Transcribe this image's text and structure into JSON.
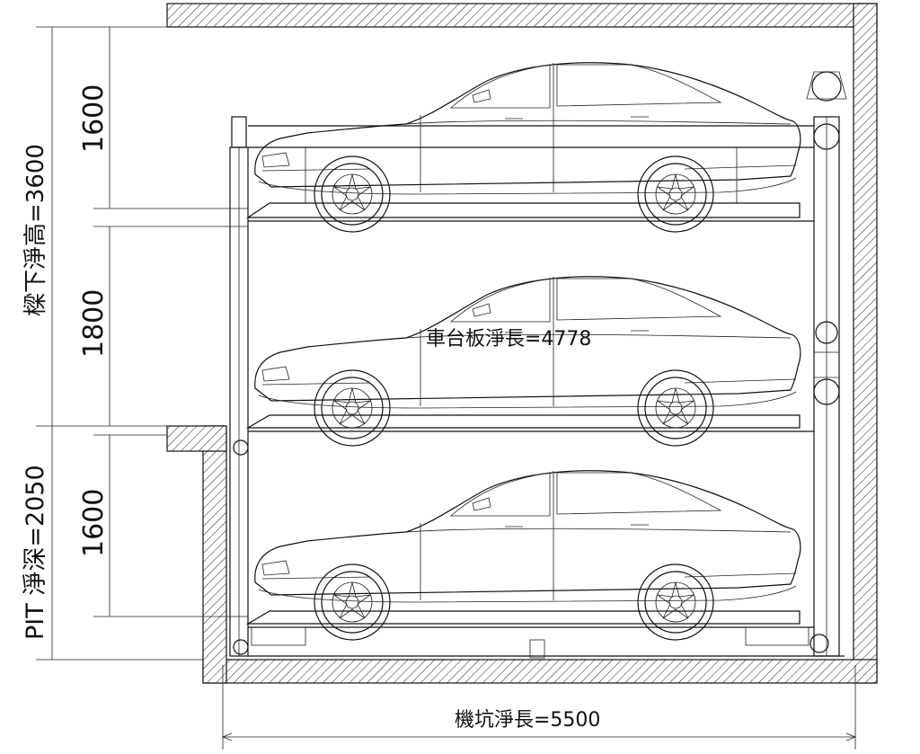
{
  "labels": {
    "beam_clear_height": "樑下淨高=3600",
    "level_top": "1600",
    "level_mid": "1800",
    "level_pit": "1600",
    "pit_depth": "PIT 淨深=2050",
    "platform_length": "車台板淨長=4778",
    "pit_length": "機坑淨長=5500"
  },
  "vehicles": [
    {
      "level": "upper"
    },
    {
      "level": "middle"
    },
    {
      "level": "pit"
    }
  ]
}
